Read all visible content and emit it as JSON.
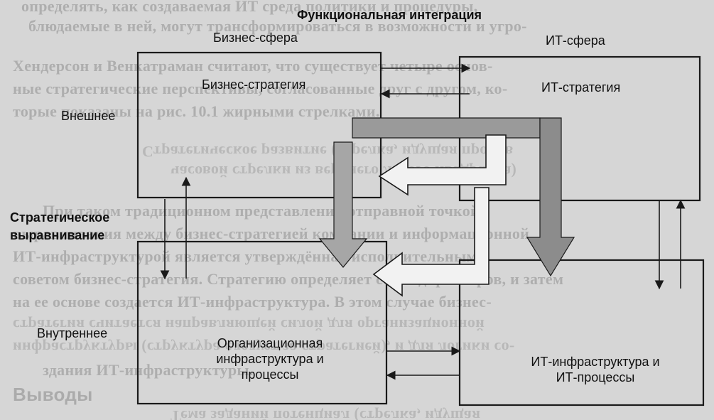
{
  "diagram": {
    "title": "Функциональная интеграция",
    "quadrants": {
      "business_domain": "Бизнес-сфера",
      "business_strategy": "Бизнес-стратегия",
      "it_domain": "ИТ-сфера",
      "it_strategy": "ИТ-стратегия",
      "org_infrastructure": "Организационная инфраструктура и процессы",
      "it_infrastructure": "ИТ-инфраструктура и ИТ-процессы"
    },
    "axis_labels": {
      "external": "Внешнее",
      "internal": "Внутреннее",
      "strategic_alignment": "Стратегическое выравнивание"
    }
  },
  "background_text": {
    "lines": [
      "определять, как создаваемая ИТ среда политики и процедуры,",
      "блюдаемые в ней, могут трансформироваться в возможности и угро-",
      "Хендерсон и Венкатраман считают, что существует четыре основ-",
      "ные стратегические перспективы, согласованные друг с другом, ко-",
      "торые показаны на рис. 10.1 жирными стрелками.",
      "Стратегическое развитие (стрелка, идущая против",
      "часовой стрелки из верхнего левого квадранта)",
      "При таком традиционном представлении отправной точкой",
      "выравнивания между бизнес-стратегией компании и информационной",
      "ИТ-инфраструктурой является утверждённая исполнительным",
      "советом бизнес-стратегия. Стратегию определяет совет директоров, и затем",
      "на ее основе создается ИТ-инфраструктура. В этом случае бизнес-",
      "стратегия считается направляющей силой для организационной",
      "инфраструктуры (структура следует за стратегией), и для логики со-",
      "здания ИТ-инфраструктуры.",
      "Выводы",
      "Тема заданий потенциал (стрелка, идущая"
    ]
  }
}
